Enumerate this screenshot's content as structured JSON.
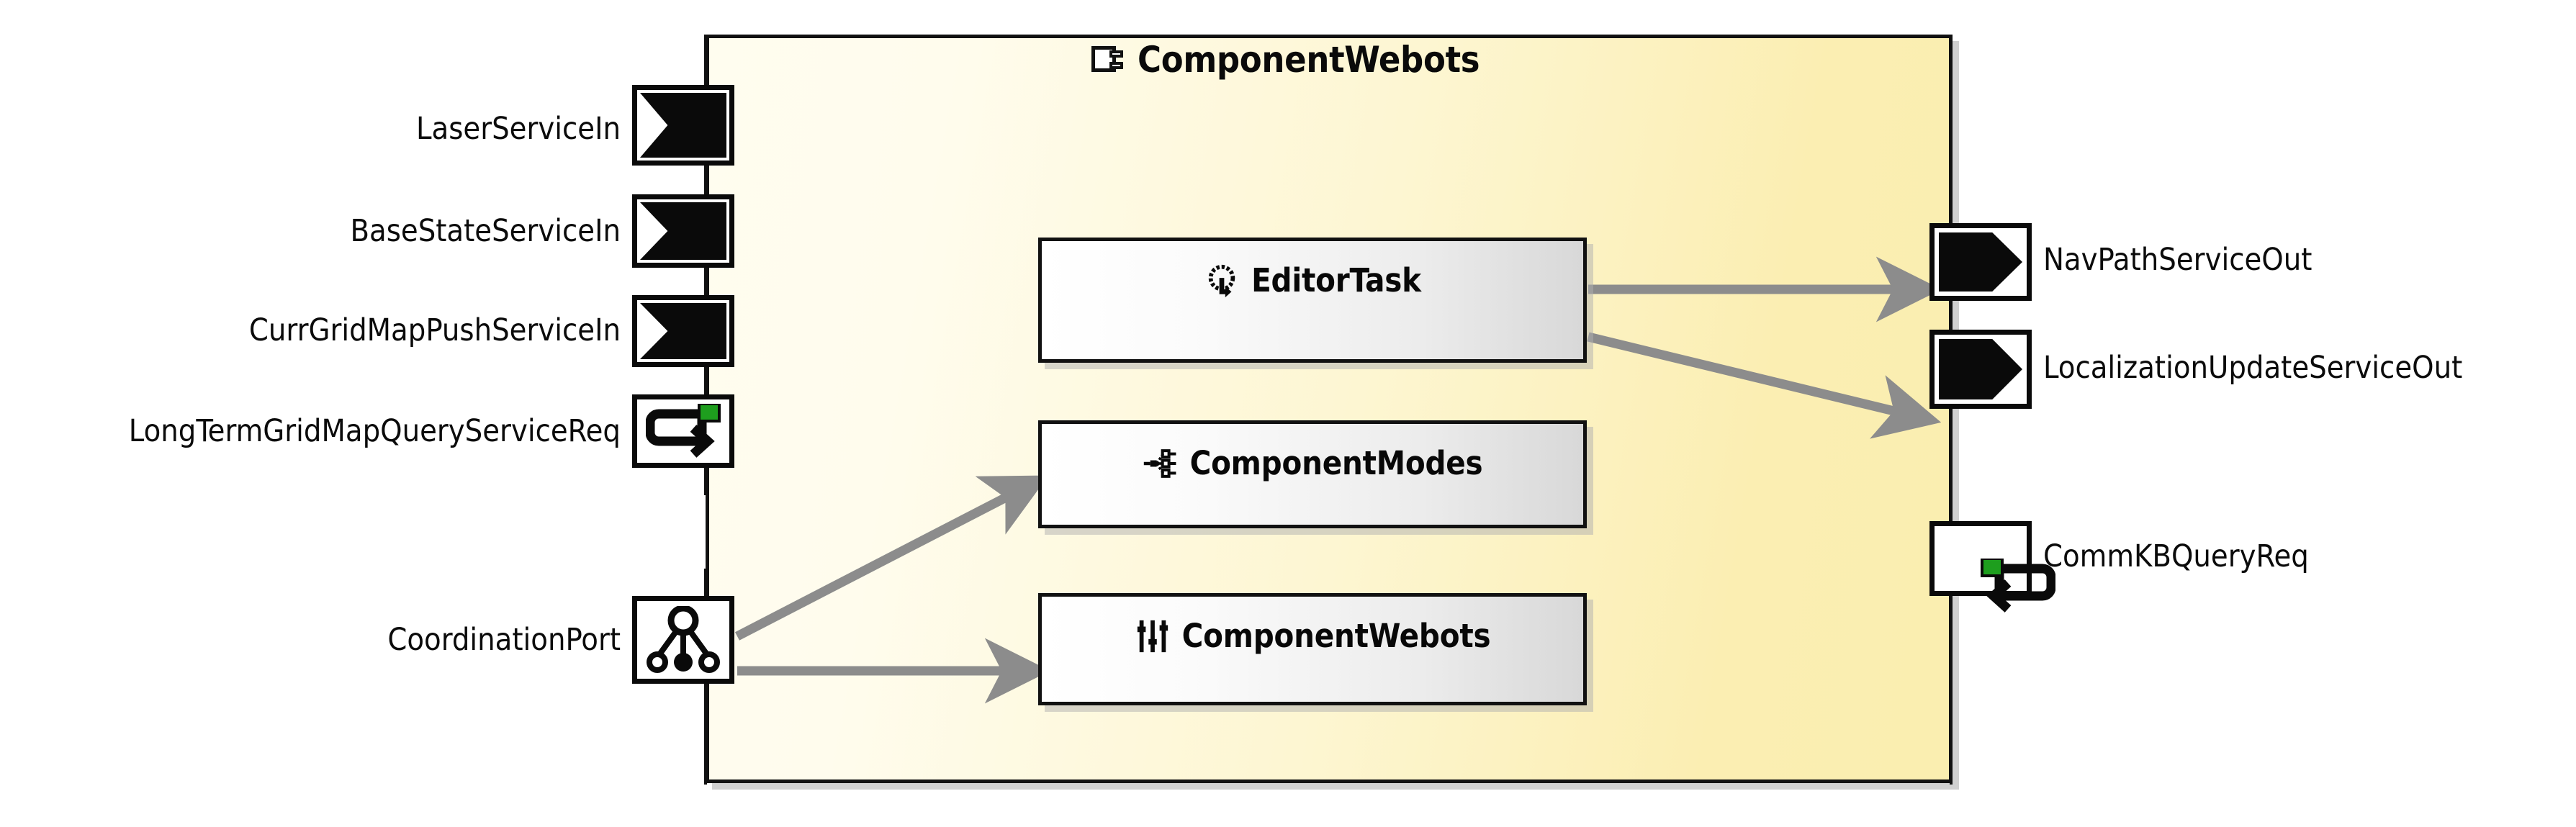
{
  "diagram": {
    "component": {
      "name": "ComponentWebots",
      "icon": "component-icon",
      "fill_left": "#FFFDEF",
      "fill_right": "#FAEEB0",
      "border_color": "#111111"
    },
    "accent": {
      "connector": "#8C8C8C",
      "port_border": "#0A0A0A",
      "green_badge": "#1E9E1E"
    },
    "input_ports": [
      {
        "label": "LaserServiceIn",
        "icon": "service-in-socket-icon"
      },
      {
        "label": "BaseStateServiceIn",
        "icon": "service-in-socket-icon"
      },
      {
        "label": "CurrGridMapPushServiceIn",
        "icon": "service-in-socket-icon"
      },
      {
        "label": "LongTermGridMapQueryServiceReq",
        "icon": "query-request-icon"
      },
      {
        "label": "CoordinationPort",
        "icon": "coordination-port-icon"
      }
    ],
    "output_ports": [
      {
        "label": "NavPathServiceOut",
        "icon": "service-out-arrow-icon"
      },
      {
        "label": "LocalizationUpdateServiceOut",
        "icon": "service-out-arrow-icon"
      },
      {
        "label": "CommKBQueryReq",
        "icon": "query-request-left-icon"
      }
    ],
    "inner_boxes": [
      {
        "label": "EditorTask",
        "icon": "cyclic-task-icon"
      },
      {
        "label": "ComponentModes",
        "icon": "state-tree-icon"
      },
      {
        "label": "ComponentWebots",
        "icon": "sliders-parameters-icon"
      }
    ],
    "connections": [
      {
        "from": "EditorTask",
        "to": "NavPathServiceOut"
      },
      {
        "from": "EditorTask",
        "to": "LocalizationUpdateServiceOut"
      },
      {
        "from": "CoordinationPort",
        "to": "ComponentModes"
      },
      {
        "from": "CoordinationPort",
        "to": "ComponentWebots"
      }
    ]
  }
}
